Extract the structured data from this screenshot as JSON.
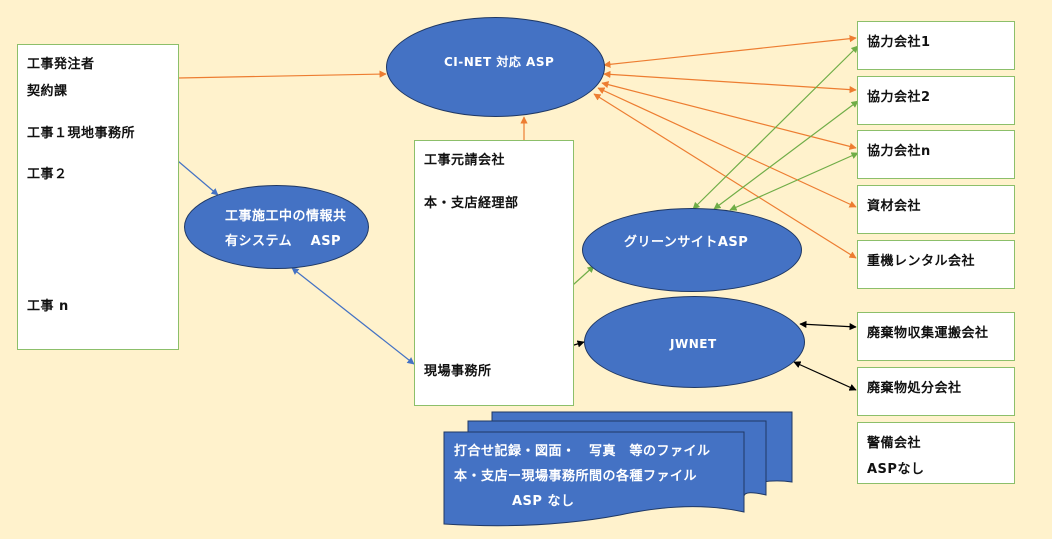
{
  "client": {
    "line1": "工事発注者",
    "line2": "契約課",
    "site1": "工事１現地事務所",
    "site2": "工事２",
    "siten": "工事 n"
  },
  "contractor": {
    "title": "工事元請会社",
    "hq": "本・支店経理部",
    "site": "現場事務所"
  },
  "ellipses": {
    "cinet": "CI-NET 対応 ASP",
    "info_line1": "工事施工中の情報共",
    "info_line2": "有システム　 ASP",
    "green": "グリーンサイトASP",
    "jwnet": "JWNET"
  },
  "right_boxes": {
    "partner1": "協力会社1",
    "partner2": "協力会社2",
    "partnern": "協力会社n",
    "materials": "資材会社",
    "heavy": "重機レンタル会社",
    "waste_collect": "廃棄物収集運搬会社",
    "waste_dispose": "廃棄物処分会社",
    "security_line1": "警備会社",
    "security_line2": "ASPなし"
  },
  "documents": {
    "line1": "打合せ記録・図面・　写真　等のファイル",
    "line2": "本・支店ー現場事務所間の各種ファイル",
    "line3": "ASP なし"
  },
  "colors": {
    "background": "#fff2cc",
    "ellipse_fill": "#4472c4",
    "orange_arrow": "#ed7d31",
    "green_arrow": "#70ad47",
    "blue_arrow": "#4472c4",
    "black_arrow": "#000000"
  }
}
